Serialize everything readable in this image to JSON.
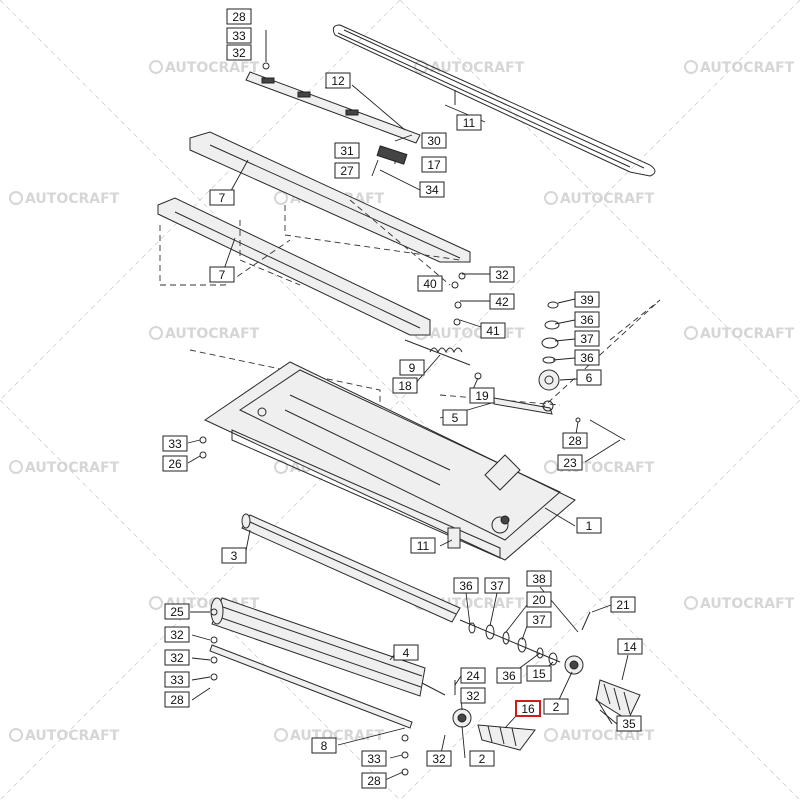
{
  "watermark": {
    "text": "AUTOCRAFT"
  },
  "highlight_color": "#d11a1a",
  "callouts": [
    {
      "label": "28"
    },
    {
      "label": "33"
    },
    {
      "label": "32"
    },
    {
      "label": "12"
    },
    {
      "label": "11"
    },
    {
      "label": "30"
    },
    {
      "label": "31"
    },
    {
      "label": "17"
    },
    {
      "label": "27"
    },
    {
      "label": "34"
    },
    {
      "label": "7"
    },
    {
      "label": "7"
    },
    {
      "label": "40"
    },
    {
      "label": "32"
    },
    {
      "label": "42"
    },
    {
      "label": "41"
    },
    {
      "label": "39"
    },
    {
      "label": "36"
    },
    {
      "label": "37"
    },
    {
      "label": "36"
    },
    {
      "label": "6"
    },
    {
      "label": "9"
    },
    {
      "label": "18"
    },
    {
      "label": "19"
    },
    {
      "label": "5"
    },
    {
      "label": "28"
    },
    {
      "label": "23"
    },
    {
      "label": "33"
    },
    {
      "label": "26"
    },
    {
      "label": "1"
    },
    {
      "label": "11"
    },
    {
      "label": "3"
    },
    {
      "label": "36"
    },
    {
      "label": "37"
    },
    {
      "label": "38"
    },
    {
      "label": "20"
    },
    {
      "label": "21"
    },
    {
      "label": "37"
    },
    {
      "label": "25"
    },
    {
      "label": "32"
    },
    {
      "label": "4"
    },
    {
      "label": "14"
    },
    {
      "label": "32"
    },
    {
      "label": "36"
    },
    {
      "label": "15"
    },
    {
      "label": "33"
    },
    {
      "label": "24"
    },
    {
      "label": "28"
    },
    {
      "label": "32"
    },
    {
      "label": "16",
      "highlighted": true
    },
    {
      "label": "2"
    },
    {
      "label": "35"
    },
    {
      "label": "8"
    },
    {
      "label": "33"
    },
    {
      "label": "32"
    },
    {
      "label": "2"
    },
    {
      "label": "28"
    }
  ]
}
